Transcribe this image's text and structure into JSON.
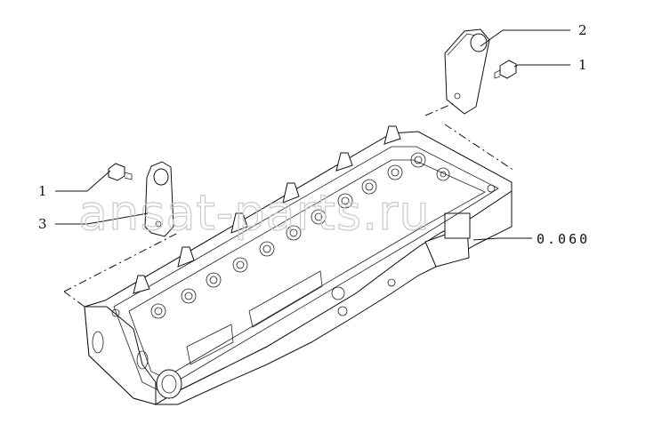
{
  "callouts": {
    "c1_top": "1",
    "c2": "2",
    "c1_left": "1",
    "c3": "3",
    "ref": "0.060"
  },
  "watermark": "ansat-parts.ru",
  "icons": {
    "bracket_top": "lifting-bracket-icon",
    "bracket_left": "lifting-bracket-icon",
    "bolt": "bolt-icon",
    "assembly": "cylinder-head-icon"
  },
  "colors": {
    "line": "#111111",
    "watermark": "#c9c9c9",
    "background": "#ffffff"
  }
}
